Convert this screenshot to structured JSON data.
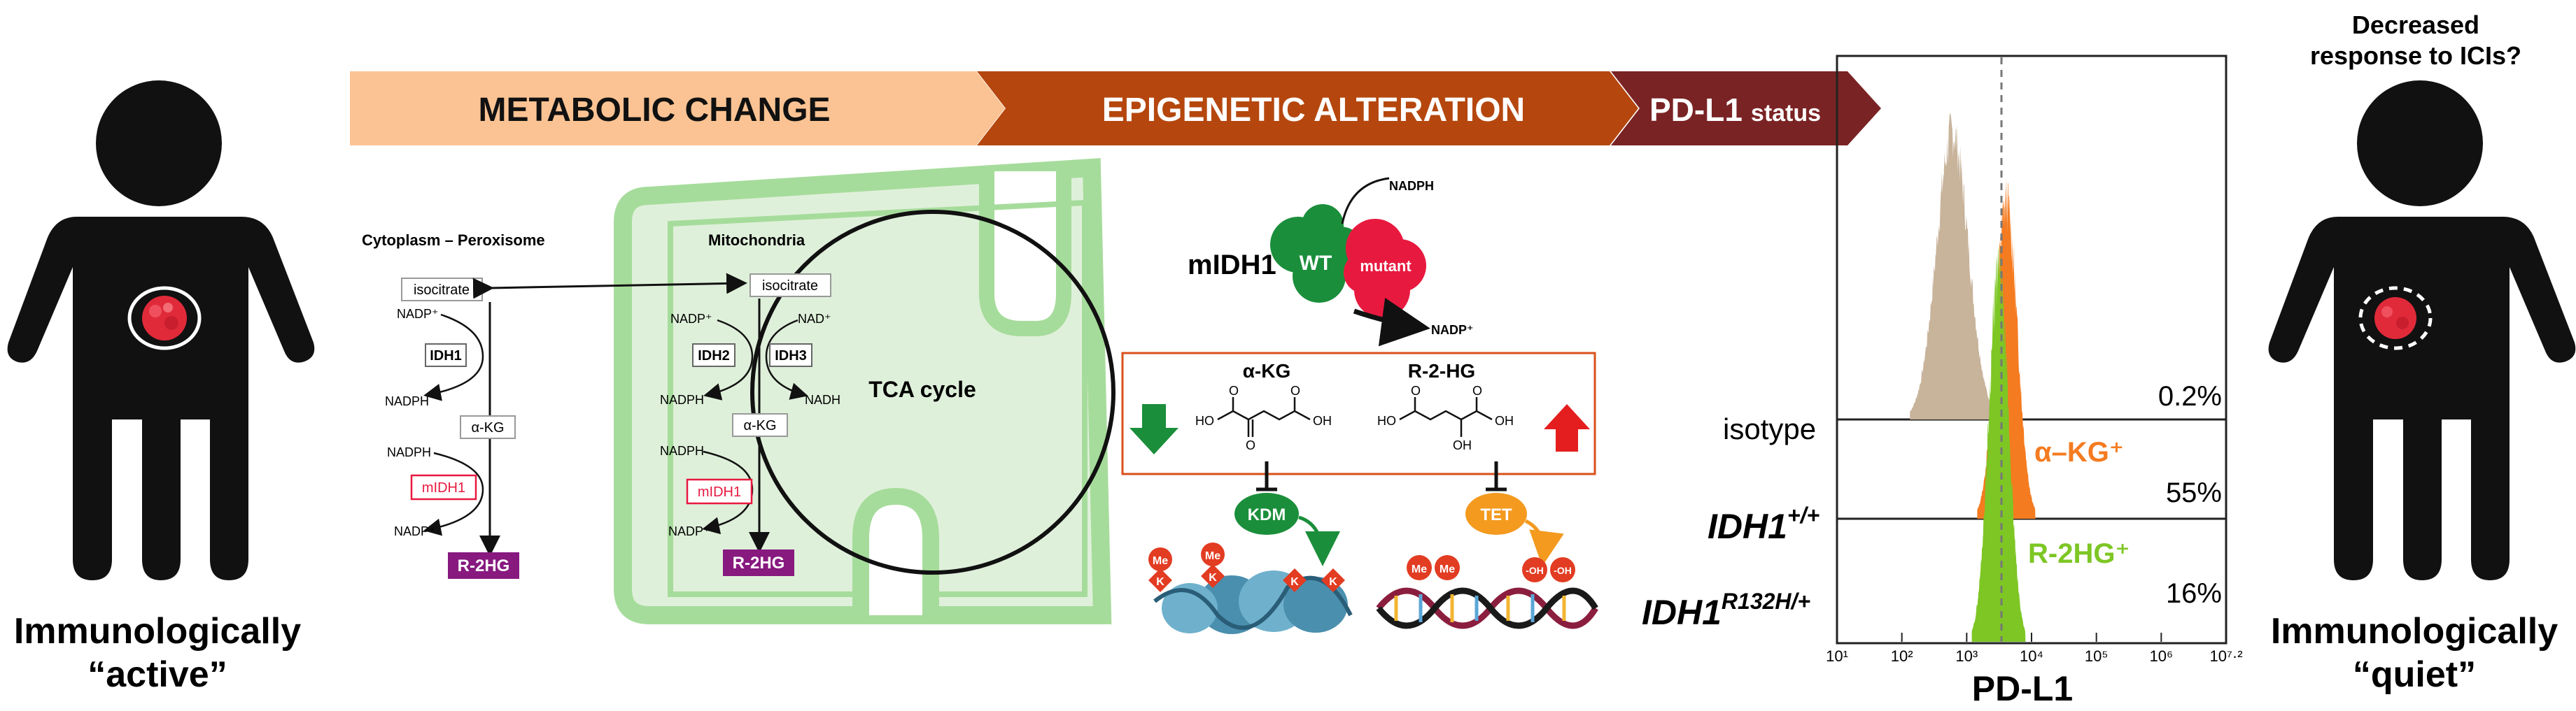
{
  "left_person": {
    "line1": "Immunologically",
    "line2": "“active”"
  },
  "right_person": {
    "question_line1": "Decreased",
    "question_line2": "response to ICIs?",
    "line1": "Immunologically",
    "line2": "“quiet”"
  },
  "banner": {
    "metabolic": "METABOLIC CHANGE",
    "epigenetic": "EPIGENETIC ALTERATION",
    "pdl1": "PD-L1",
    "pdl1_small": "status"
  },
  "metabolism": {
    "cytoplasm_title": "Cytoplasm – Peroxisome",
    "mito_title": "Mitochondria",
    "isocitrate": "isocitrate",
    "nadp_plus": "NADP⁺",
    "nadph": "NADPH",
    "nad_plus": "NAD⁺",
    "nadh": "NADH",
    "idh1": "IDH1",
    "idh2": "IDH2",
    "idh3": "IDH3",
    "akg": "α-KG",
    "midh1": "mIDH1",
    "r2hg": "R-2HG",
    "tca": "TCA cycle"
  },
  "epigenetic": {
    "midh1_label": "mIDH1",
    "nadph": "NADPH",
    "nadp_plus": "NADP⁺",
    "wt": "WT",
    "mutant": "mutant",
    "akg": "α-KG",
    "r2hg": "R-2-HG",
    "ho": "HO",
    "oh": "OH",
    "o": "O",
    "kdm": "KDM",
    "tet": "TET",
    "me": "Me",
    "k": "K",
    "minus_oh": "-OH"
  },
  "flow": {
    "xlabel": "PD-L1",
    "ticks": [
      "10¹",
      "10²",
      "10³",
      "10⁴",
      "10⁵",
      "10⁶",
      "10⁷·²"
    ],
    "rows": [
      {
        "name": "isotype",
        "marker": "",
        "percent": "0.2%"
      },
      {
        "name": "IDH1",
        "sup": "+/+",
        "marker": "α–KG⁺",
        "percent": "55%"
      },
      {
        "name": "IDH1",
        "sup": "R132H/+",
        "marker": "R-2HG⁺",
        "percent": "16%"
      }
    ]
  },
  "colors": {
    "metabolic_arrow": "#fbc393",
    "epigenetic_arrow": "#b5470e",
    "pdl1_arrow": "#7a2325",
    "mito_green": "#9bd58f",
    "mito_fill": "#dff0da",
    "idh_green": "#1b8e3b",
    "mutant_red": "#e8193f",
    "r2hg_purple": "#87197f",
    "tan": "#c8b39b",
    "orange": "#f47b20",
    "lime": "#7dc624",
    "red_arrow": "#e41e1e"
  }
}
